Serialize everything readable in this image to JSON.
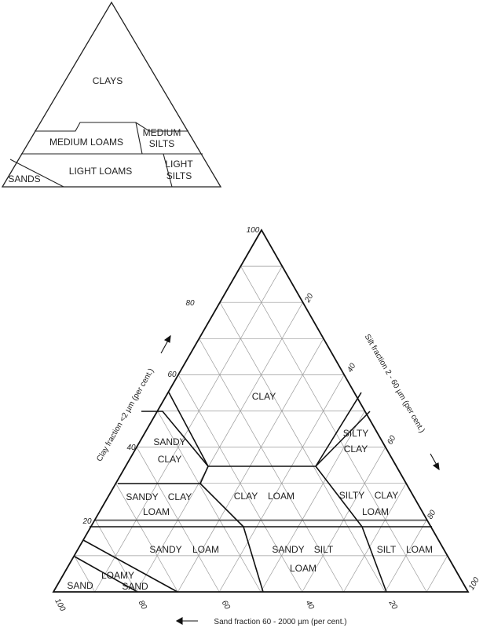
{
  "summary_diagram": {
    "regions": [
      "CLAYS",
      "MEDIUM LOAMS",
      "MEDIUM",
      "SILTS",
      "SANDS",
      "LIGHT LOAMS",
      "LIGHT",
      "SILTS"
    ]
  },
  "texture_triangle": {
    "regions": {
      "clay": "CLAY",
      "sandy_clay_1": "SANDY",
      "sandy_clay_2": "CLAY",
      "silty_clay_1": "SILTY",
      "silty_clay_2": "CLAY",
      "sandy_clay_loam_1": "SANDY",
      "sandy_clay_loam_2": "CLAY",
      "sandy_clay_loam_3": "LOAM",
      "clay_loam_1": "CLAY",
      "clay_loam_2": "LOAM",
      "silty_clay_loam_1": "SILTY",
      "silty_clay_loam_2": "CLAY",
      "silty_clay_loam_3": "LOAM",
      "sandy_loam_1": "SANDY",
      "sandy_loam_2": "LOAM",
      "sandy_silt_loam_1": "SANDY",
      "sandy_silt_loam_2": "SILT",
      "sandy_silt_loam_3": "LOAM",
      "silt_loam_1": "SILT",
      "silt_loam_2": "LOAM",
      "sand": "SAND",
      "loamy_sand_1": "LOAMY",
      "loamy_sand_2": "SAND"
    },
    "clay_ticks": [
      "100",
      "80",
      "60",
      "40",
      "20"
    ],
    "silt_ticks": [
      "20",
      "40",
      "60",
      "80",
      "100"
    ],
    "sand_ticks": [
      "100",
      "80",
      "60",
      "40",
      "20"
    ],
    "axis_labels": {
      "clay": "Clay fraction <2 µm (per cent.)",
      "silt": "Silt fraction 2 - 60 µm (per cent.)",
      "sand": "Sand fraction 60 - 2000 µm (per cent.)"
    }
  }
}
